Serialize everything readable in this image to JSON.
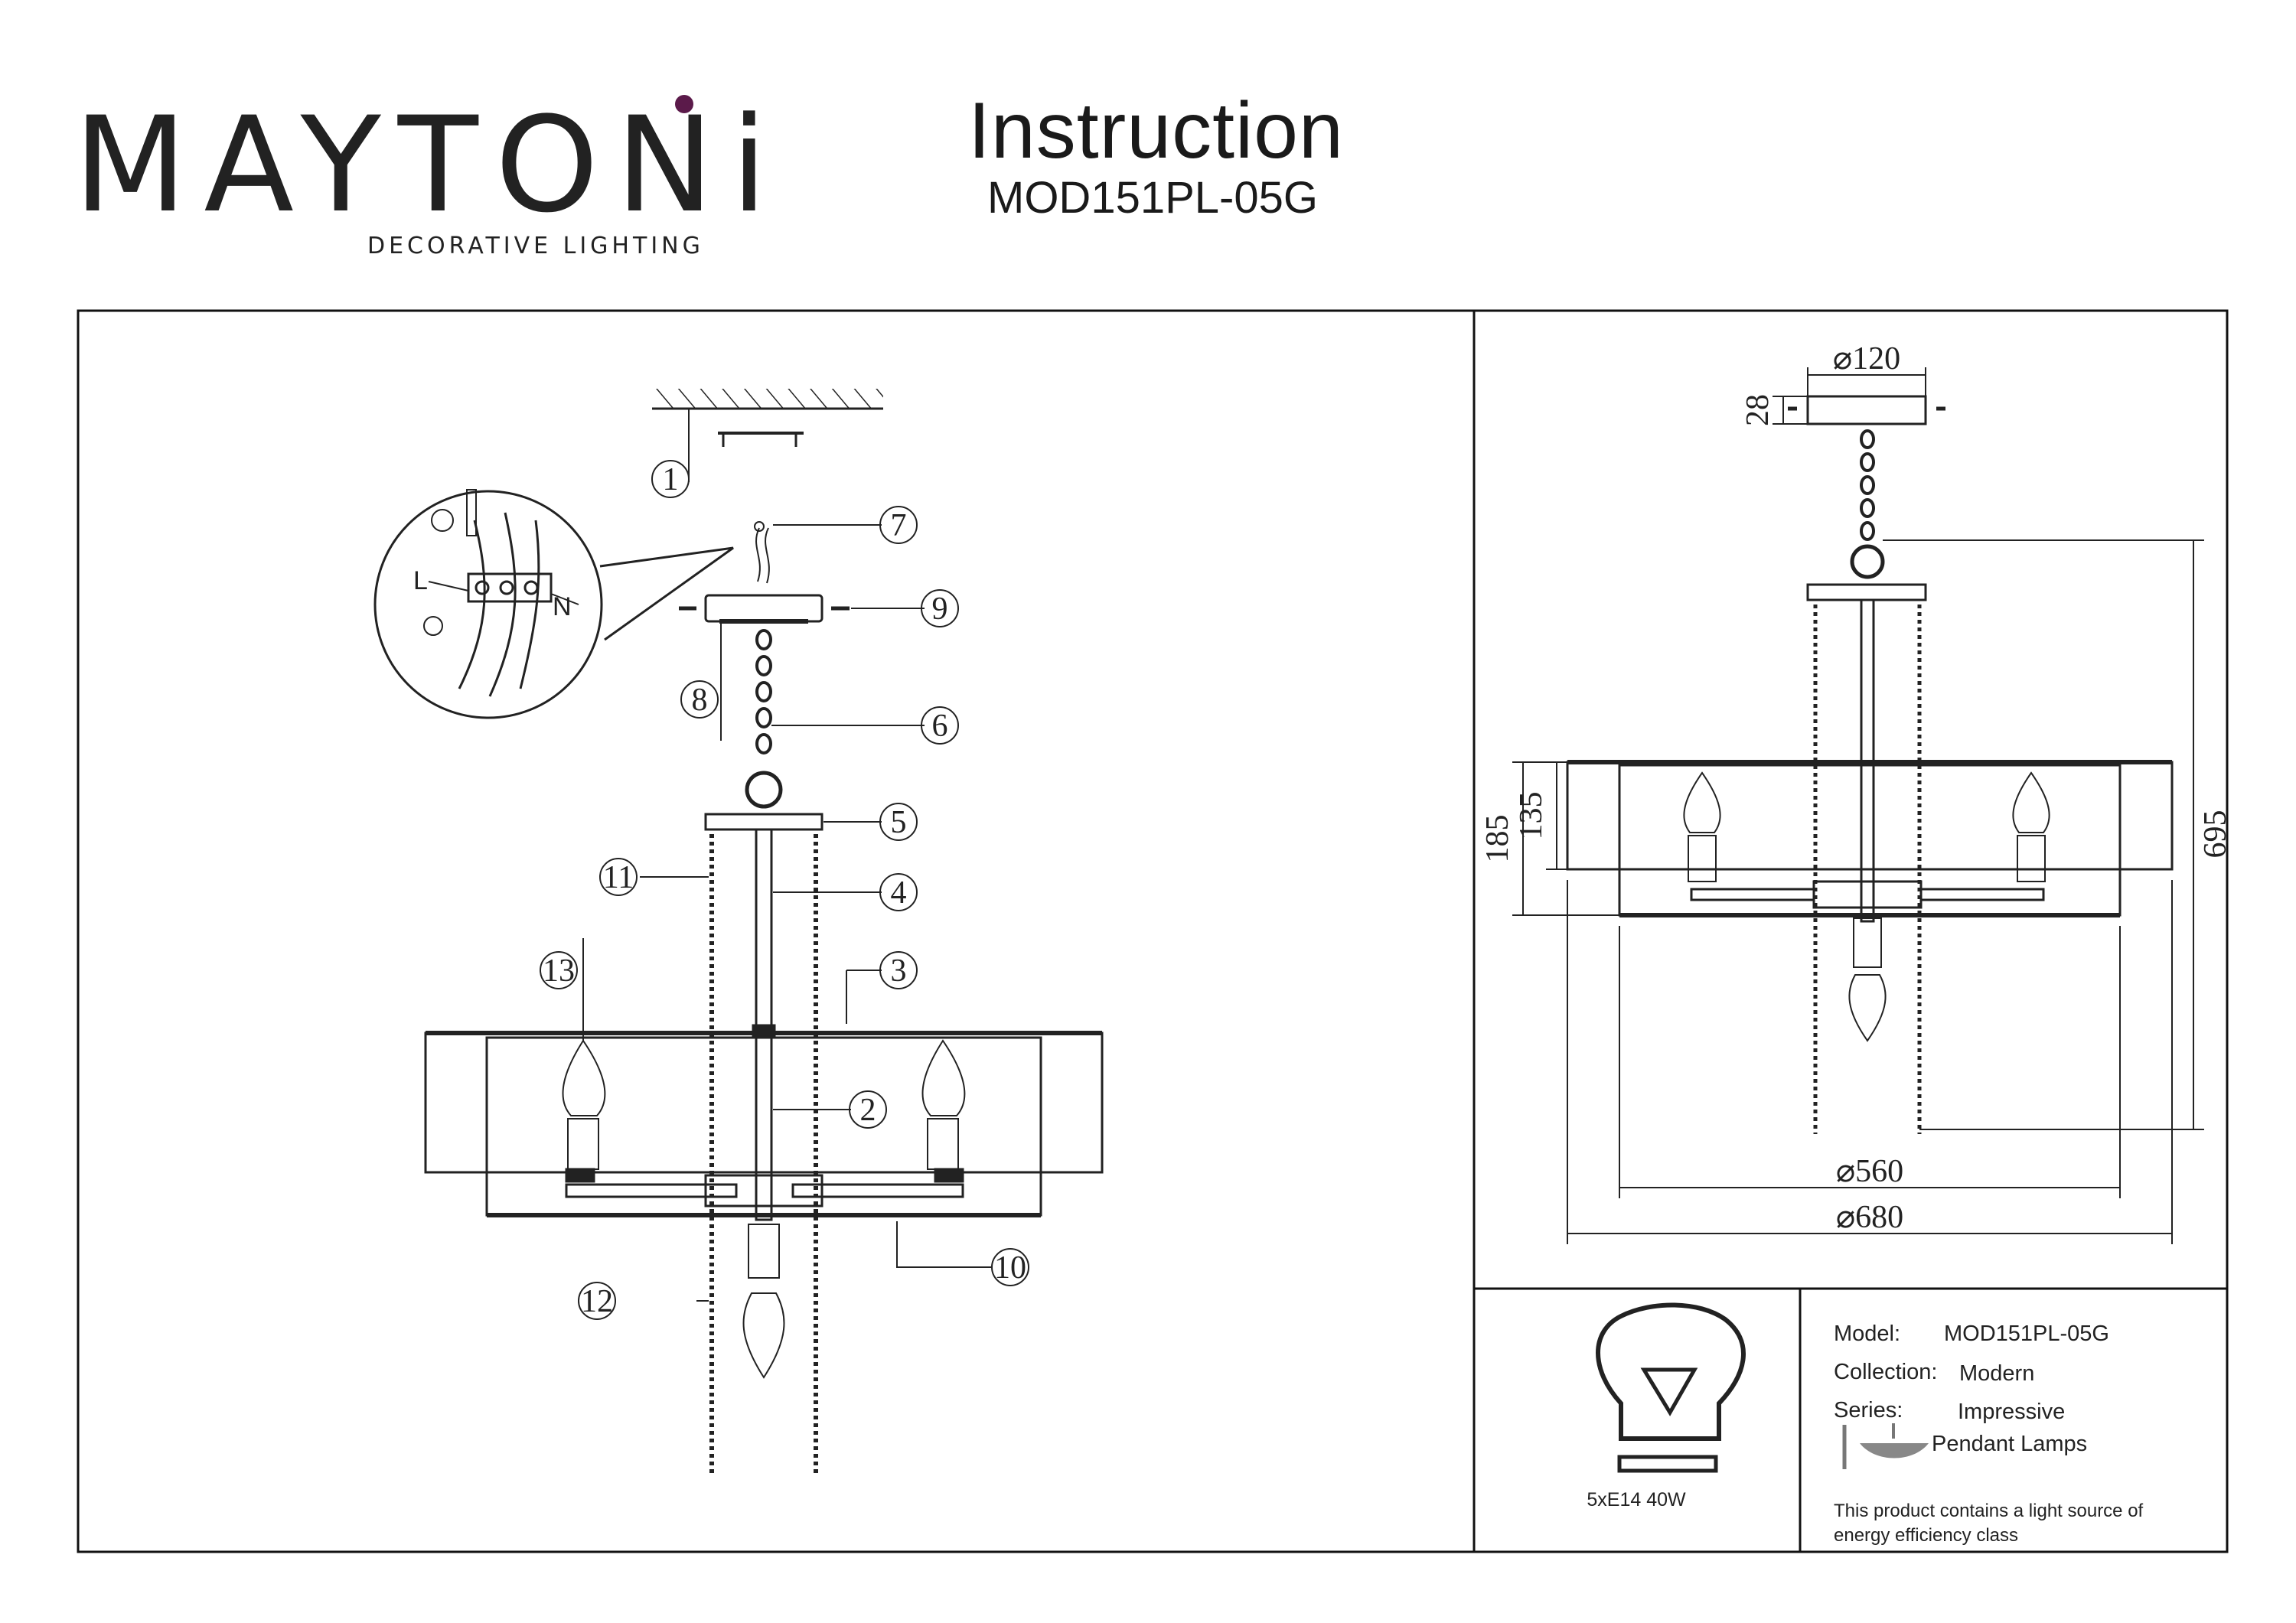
{
  "brand": {
    "name": "MAYTONi",
    "tagline": "DECORATIVE LIGHTING"
  },
  "header": {
    "title": "Instruction",
    "model": "MOD151PL-05G"
  },
  "callouts": [
    "1",
    "2",
    "3",
    "4",
    "5",
    "6",
    "7",
    "8",
    "9",
    "10",
    "11",
    "12",
    "13"
  ],
  "wiring": {
    "live": "L",
    "neutral": "N"
  },
  "dimensions": {
    "canopy_diameter": "⌀120",
    "canopy_height": "28",
    "shade_outer_height": "185",
    "shade_inner_height": "135",
    "total_height": "695",
    "inner_diameter": "⌀560",
    "outer_diameter": "⌀680"
  },
  "bulb": {
    "label": "5xE14 40W"
  },
  "specs": {
    "model_label": "Model:",
    "model_value": "MOD151PL-05G",
    "collection_label": "Collection:",
    "collection_value": "Modern",
    "series_label": "Series:",
    "series_value": "Impressive",
    "type_value": "Pendant Lamps",
    "energy_note_line1": "This product contains a light source of",
    "energy_note_line2": "energy efficiency class"
  }
}
